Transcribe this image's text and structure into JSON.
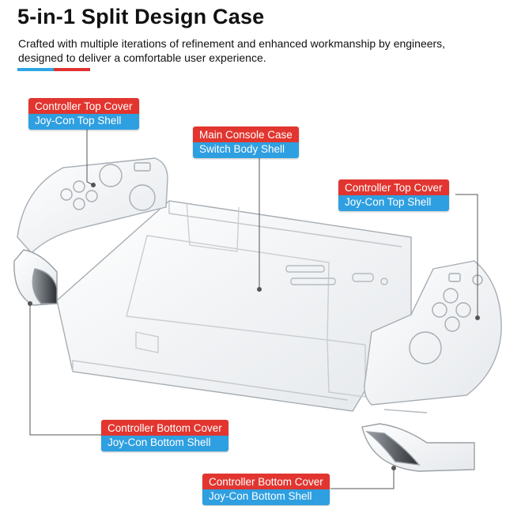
{
  "header": {
    "title": "5-in-1 Split Design Case",
    "subtitle_line1": "Crafted with multiple iterations of refinement and enhanced workmanship by engineers,",
    "subtitle_line2": "designed to deliver a comfortable user experience."
  },
  "colors": {
    "accent_blue": "#2ea6e4",
    "accent_red": "#e0312f",
    "label_red": "#e2352f",
    "label_blue": "#2e9fe0",
    "callout_line": "#555555"
  },
  "callouts": [
    {
      "line1": "Controller Top Cover",
      "line2": "Joy-Con Top Shell"
    },
    {
      "line1": "Main Console Case",
      "line2": "Switch Body Shell"
    },
    {
      "line1": "Controller Top Cover",
      "line2": "Joy-Con Top Shell"
    },
    {
      "line1": "Controller Bottom Cover",
      "line2": "Joy-Con Bottom Shell"
    },
    {
      "line1": "Controller Bottom Cover",
      "line2": "Joy-Con Bottom Shell"
    }
  ]
}
